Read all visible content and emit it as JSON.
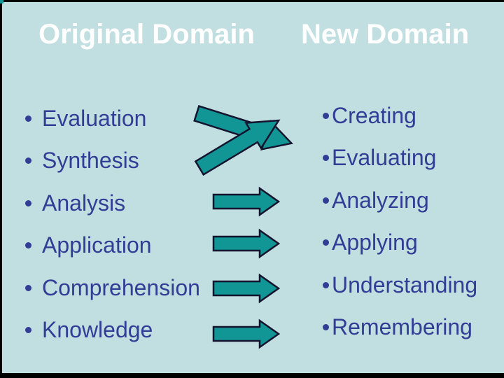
{
  "headers": {
    "original": "Original Domain",
    "new": "New Domain"
  },
  "original_domain": {
    "items": [
      "Evaluation",
      "Synthesis",
      "Analysis",
      "Application",
      "Comprehension",
      "Knowledge"
    ]
  },
  "new_domain": {
    "items": [
      "Creating",
      "Evaluating",
      "Analyzing",
      "Applying",
      "Understanding",
      "Remembering"
    ]
  },
  "arrows": [
    {
      "icon": "arrow-evaluation-to-evaluating-icon",
      "from": "Evaluation",
      "to": "Evaluating",
      "direction": "down-right"
    },
    {
      "icon": "arrow-synthesis-to-creating-icon",
      "from": "Synthesis",
      "to": "Creating",
      "direction": "up-right"
    },
    {
      "icon": "arrow-analysis-to-analyzing-icon",
      "from": "Analysis",
      "to": "Analyzing",
      "direction": "right"
    },
    {
      "icon": "arrow-application-to-applying-icon",
      "from": "Application",
      "to": "Applying",
      "direction": "right"
    },
    {
      "icon": "arrow-comprehension-to-understanding-icon",
      "from": "Comprehension",
      "to": "Understanding",
      "direction": "right"
    },
    {
      "icon": "arrow-knowledge-to-remembering-icon",
      "from": "Knowledge",
      "to": "Remembering",
      "direction": "right"
    }
  ],
  "colors": {
    "background": "#C1DFE1",
    "header_text": "#FFFFFF",
    "list_text": "#323D96",
    "arrow_fill": "#119595",
    "arrow_outline": "#14142E",
    "frame": "#000000",
    "corner_accent": "#119595"
  }
}
